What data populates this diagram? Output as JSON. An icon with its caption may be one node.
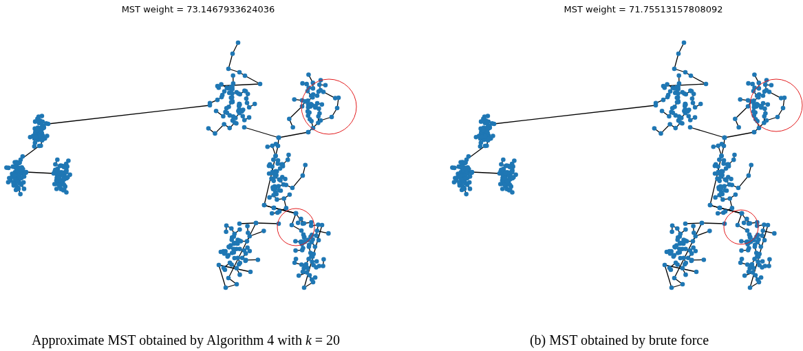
{
  "diagram": {
    "labels": [
      "MST weight =  73.1467933624036",
      "MST weight = 71.75513157808092",
      "Approximate MST obtained by Algorithm 4 with *k* = 20",
      "(b) MST obtained by brute force"
    ]
  }
}
